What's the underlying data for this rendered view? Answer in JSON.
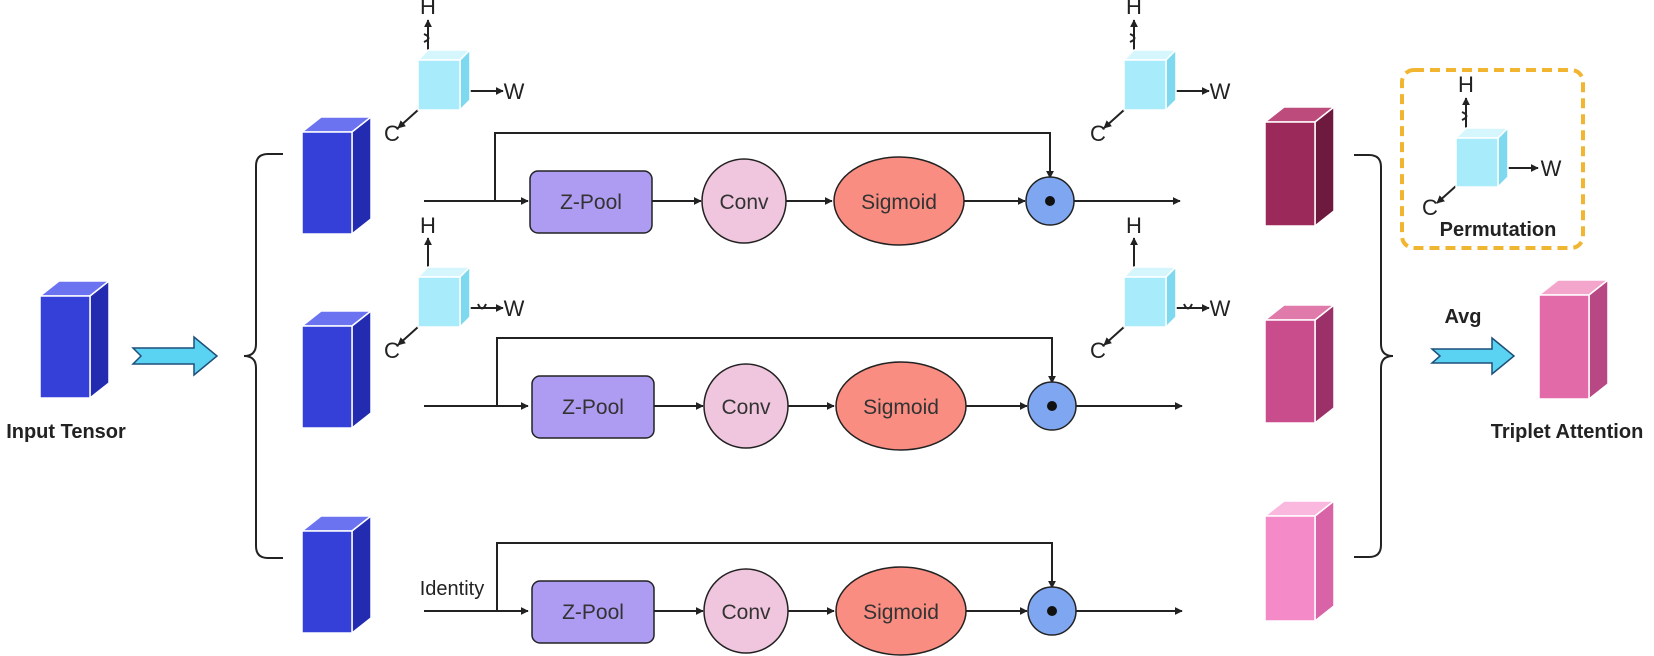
{
  "labels": {
    "input": "Input Tensor",
    "output": "Triplet Attention",
    "avg": "Avg",
    "identity": "Identity",
    "permutation": "Permutation"
  },
  "axes": {
    "h": "H",
    "w": "W",
    "c": "C"
  },
  "branch": {
    "zpool": "Z-Pool",
    "conv": "Conv",
    "sigmoid": "Sigmoid"
  },
  "colors": {
    "input_tensor": "#3540d8",
    "perm_cube": "#a8ecfb",
    "arrow_fill": "#5ad3f2",
    "zpool": "#ad9cf2",
    "conv": "#f0c6de",
    "sigmoid": "#f98d82",
    "multiply": "#7fa6f0",
    "out_top": "#9b2a5a",
    "out_mid": "#c94d8c",
    "out_bottom": "#f48bc8",
    "triplet": "#e26aa8",
    "perm_border": "#f2b531"
  }
}
